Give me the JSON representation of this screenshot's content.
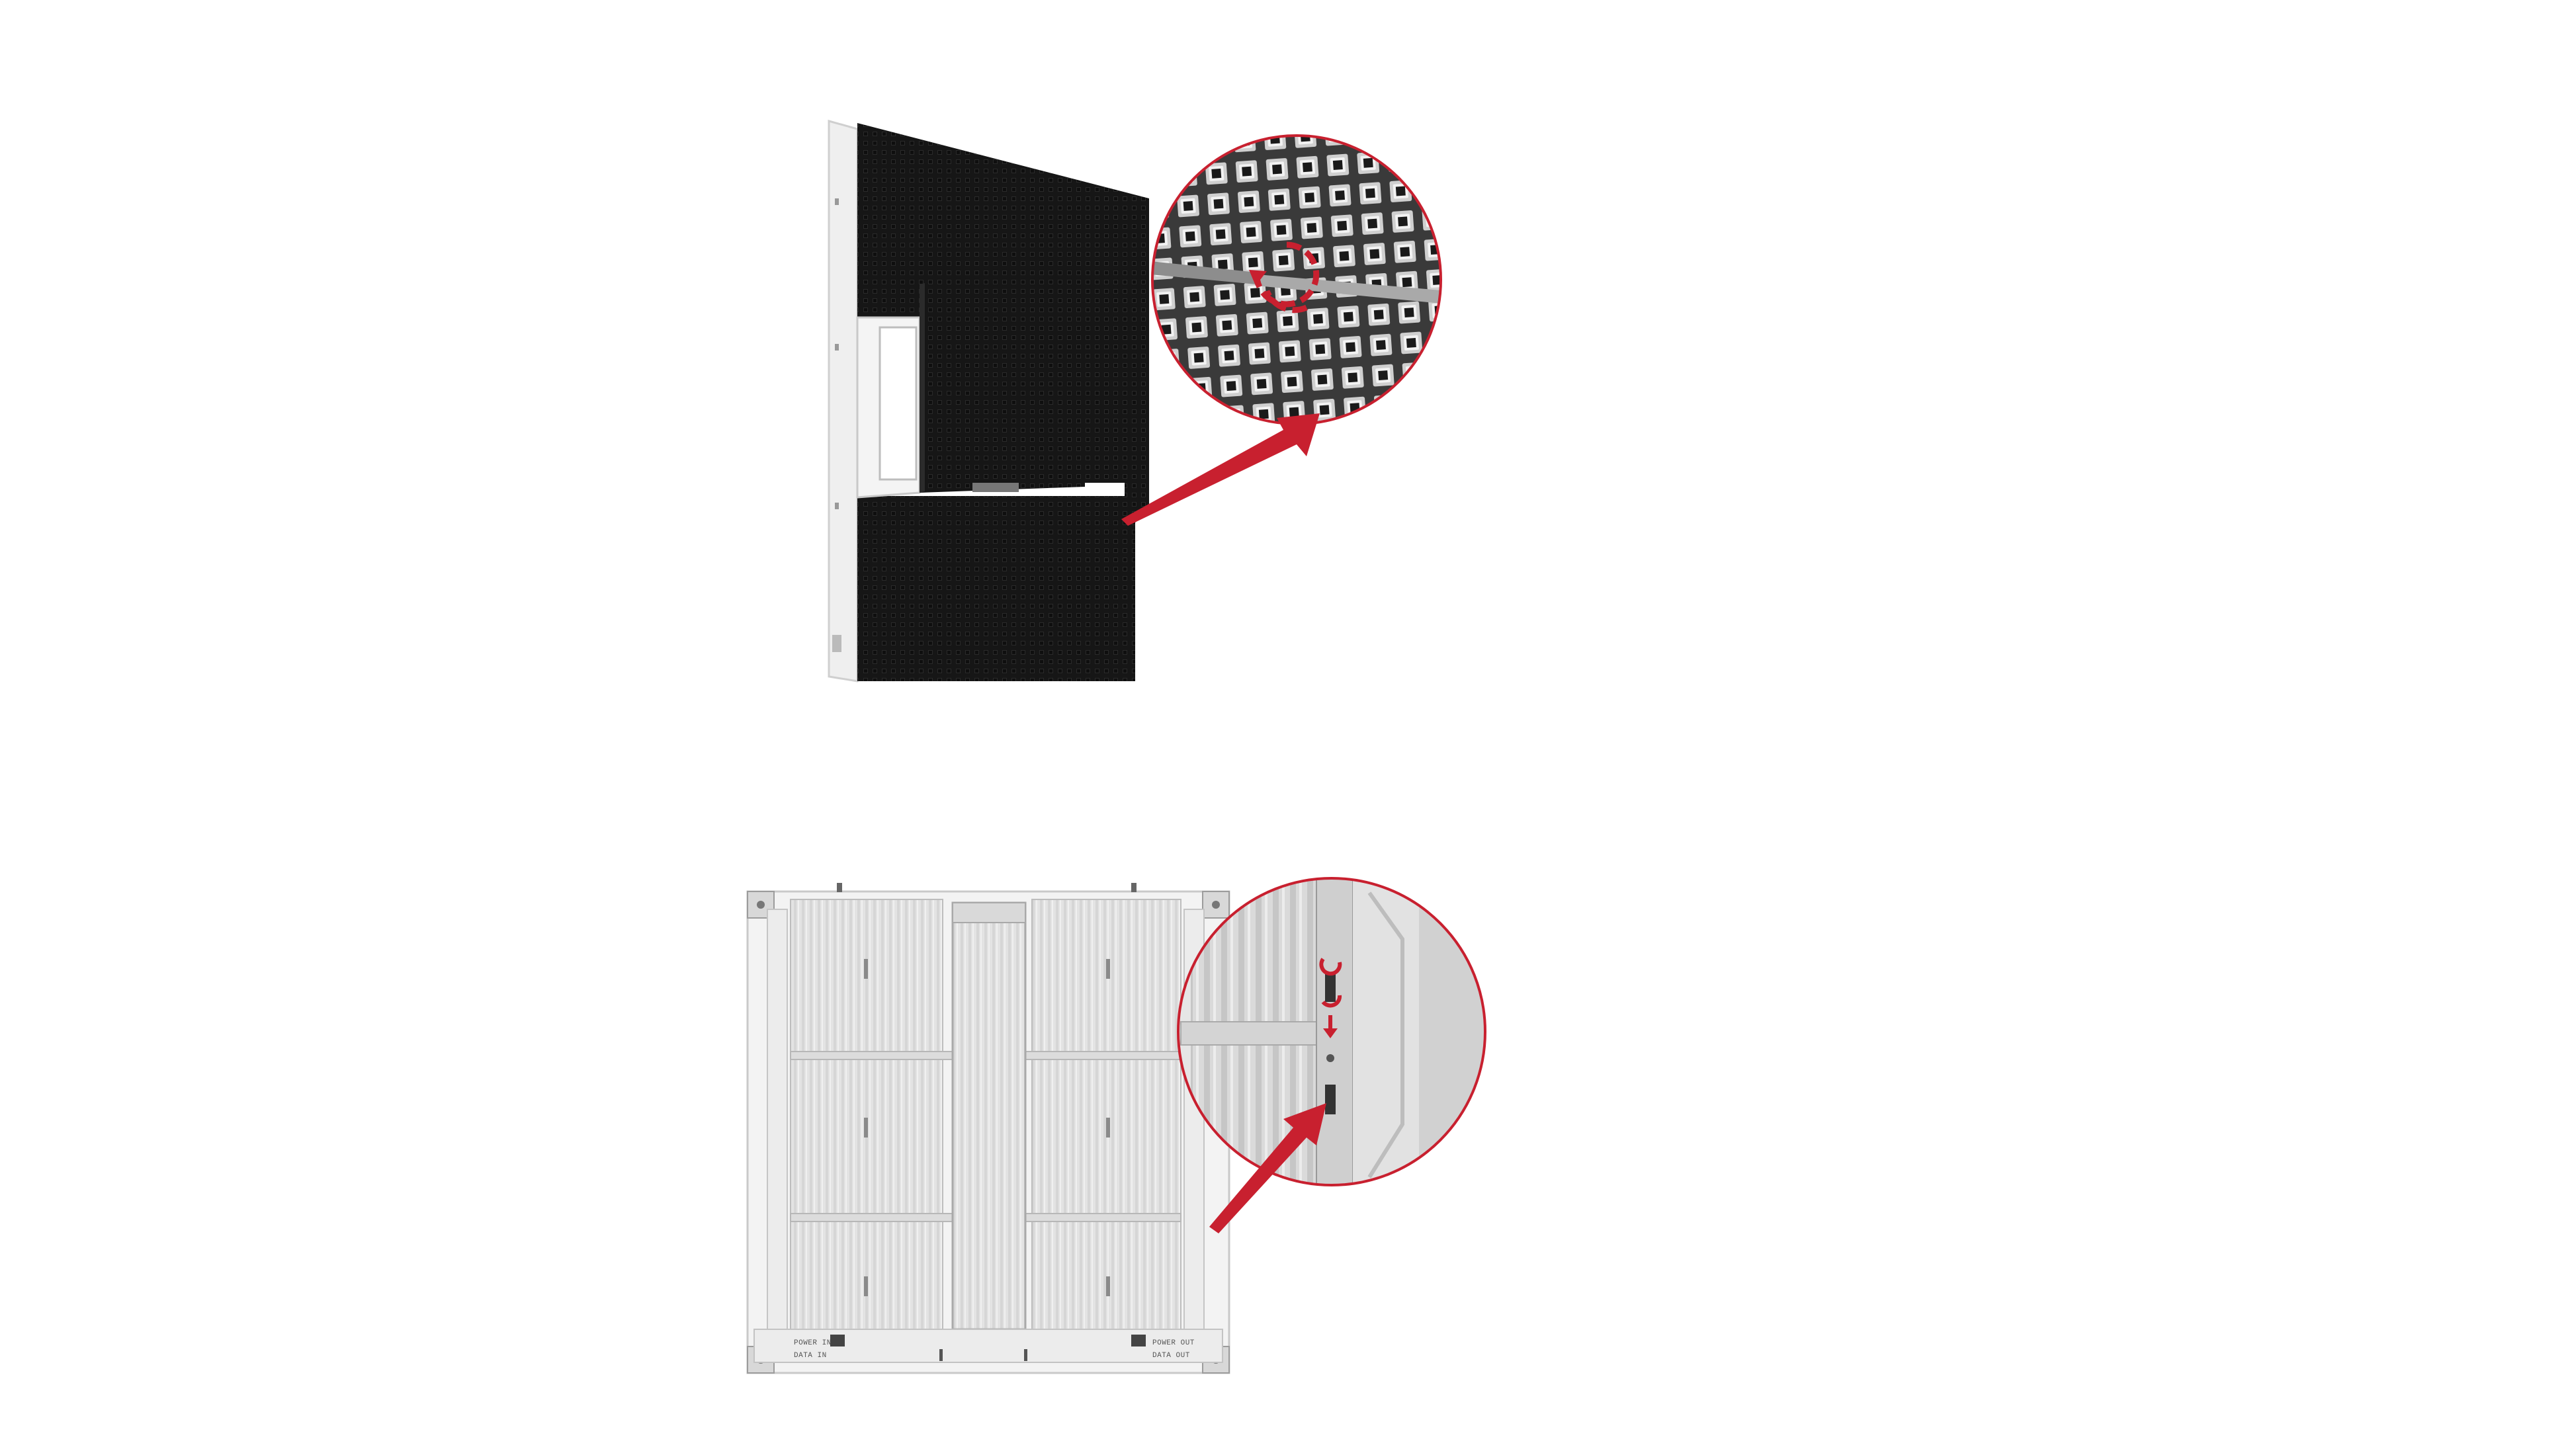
{
  "figure_top": {
    "callout_color": "#c8202f",
    "panel_color": "#1b1b1b",
    "frame_color": "#ededed"
  },
  "figure_bottom": {
    "callout_color": "#c8202f",
    "back_color": "#e9e9e9",
    "labels": {
      "power_in": "POWER IN",
      "data_in": "DATA IN",
      "power_out": "POWER OUT",
      "data_out": "DATA OUT"
    }
  },
  "icons": [
    "rotate-arrow-icon",
    "down-arrow-icon",
    "callout-arrow-icon"
  ]
}
